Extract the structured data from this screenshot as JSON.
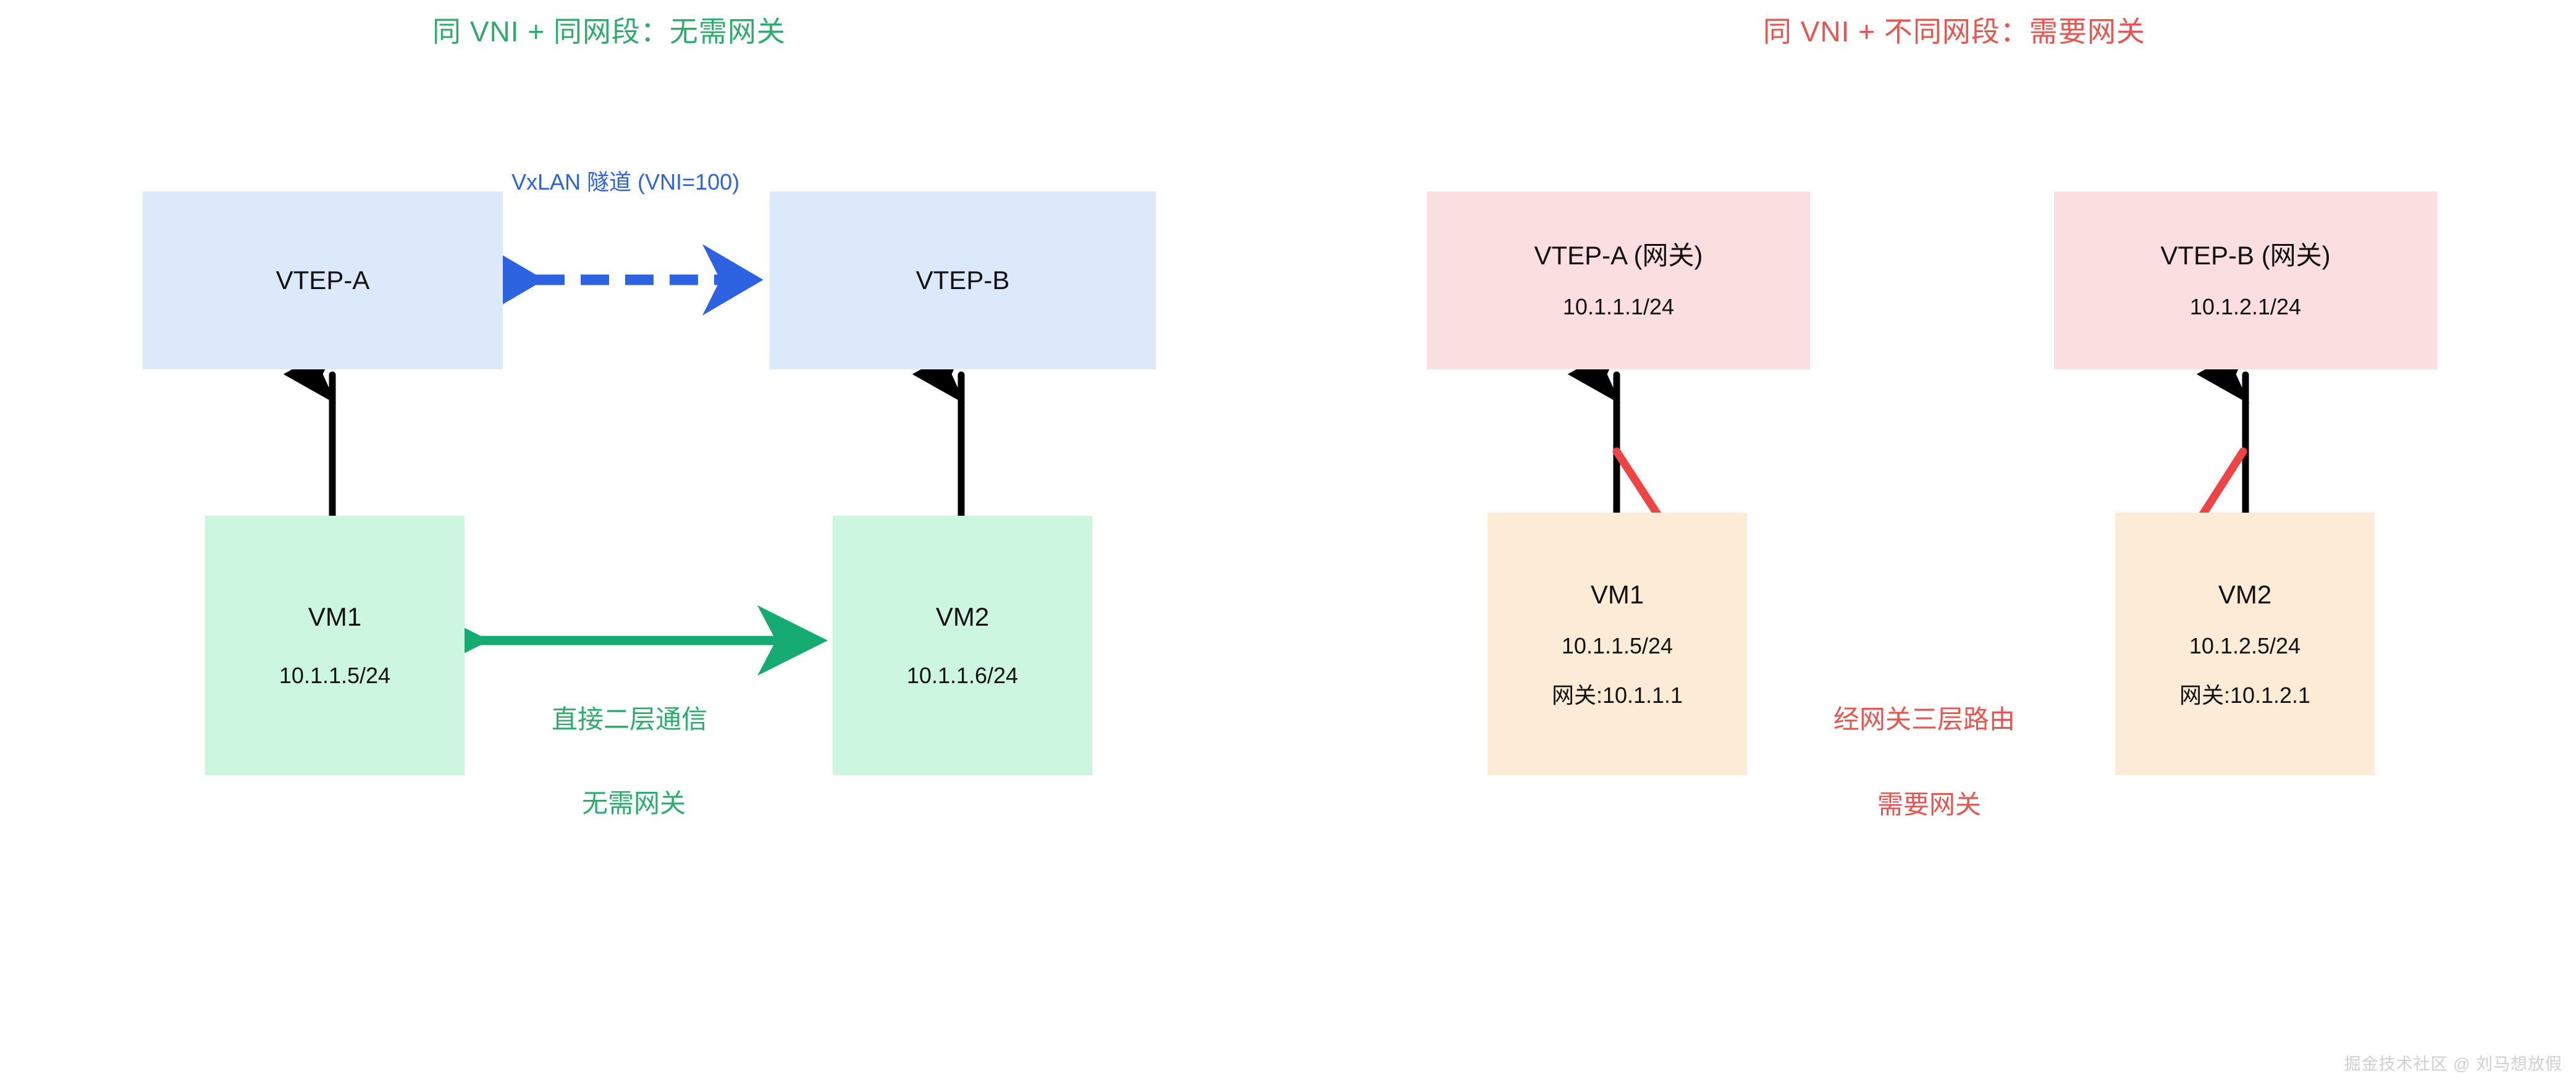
{
  "panels": {
    "left": {
      "title": "同 VNI + 同网段：无需网关",
      "title_color": "#2fab6e",
      "tunnel_label": "VxLAN 隧道 (VNI=100)",
      "tunnel_color": "#2d62e0",
      "vtep_a": {
        "name": "VTEP-A"
      },
      "vtep_b": {
        "name": "VTEP-B"
      },
      "vm1": {
        "name": "VM1",
        "ip": "10.1.1.5/24"
      },
      "vm2": {
        "name": "VM2",
        "ip": "10.1.1.6/24"
      },
      "note_primary": "直接二层通信",
      "note_secondary": "无需网关",
      "box_colors": {
        "vtep": "#dce9fb",
        "vm": "#ccf6e0"
      },
      "arrow_colors": {
        "tunnel": "#2d62e0",
        "uplink": "#000000",
        "peer": "#16ab73"
      }
    },
    "right": {
      "title": "同 VNI + 不同网段：需要网关",
      "title_color": "#e4564f",
      "vtep_a": {
        "name": "VTEP-A (网关)",
        "ip": "10.1.1.1/24"
      },
      "vtep_b": {
        "name": "VTEP-B (网关)",
        "ip": "10.1.2.1/24"
      },
      "vm1": {
        "name": "VM1",
        "ip": "10.1.1.5/24",
        "gateway": "网关:10.1.1.1"
      },
      "vm2": {
        "name": "VM2",
        "ip": "10.1.2.5/24",
        "gateway": "网关:10.1.2.1"
      },
      "note_primary": "经网关三层路由",
      "note_secondary": "需要网关",
      "box_colors": {
        "vtep": "#fbdfe0",
        "vm": "#fcebd5"
      },
      "arrow_colors": {
        "uplink": "#000000",
        "route": "#ef4444"
      }
    }
  },
  "watermark": "掘金技术社区 @ 刘马想放假"
}
